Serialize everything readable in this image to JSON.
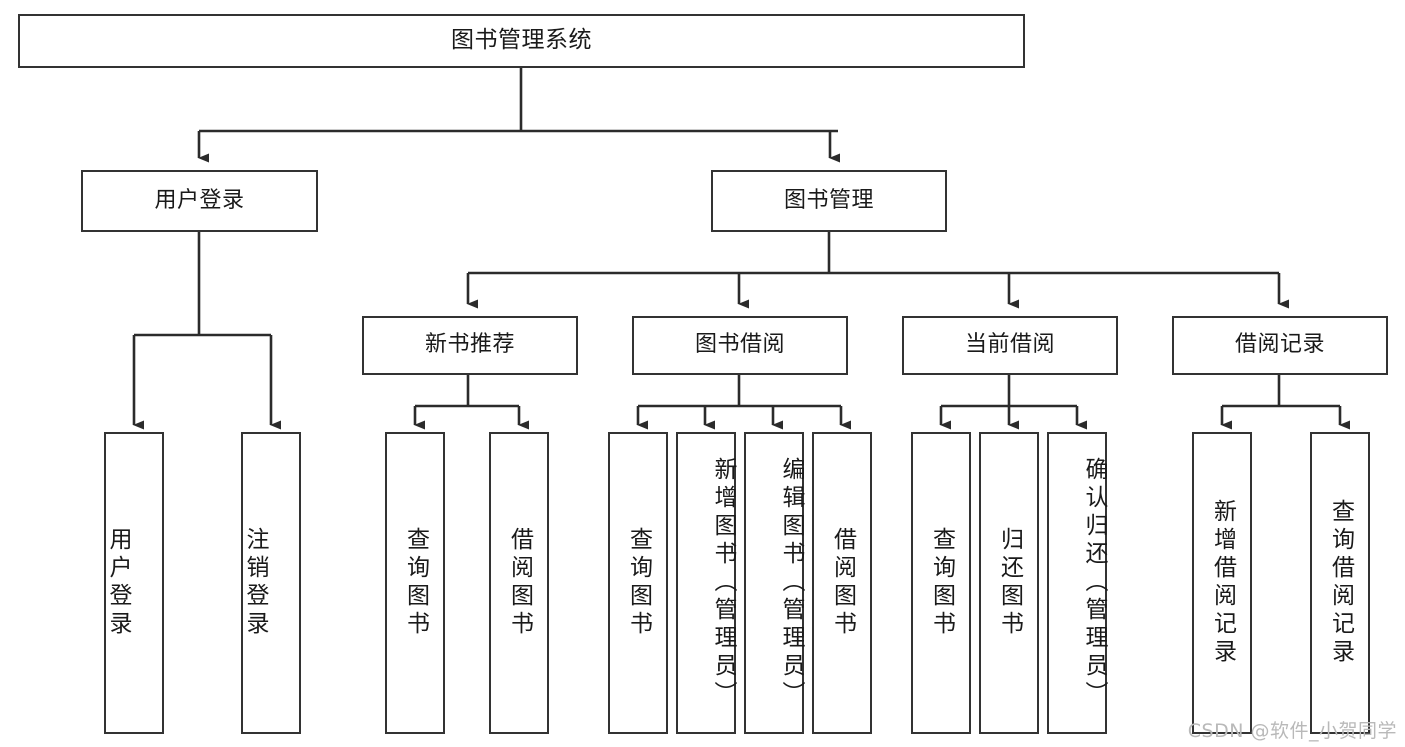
{
  "diagram": {
    "type": "tree-hierarchy-chart",
    "title": "图书管理系统",
    "watermark": "CSDN @软件_小贺同学",
    "colors": {
      "box_border": "#333333",
      "box_fill": "#ffffff",
      "connector": "#2b2b2b",
      "text": "#1a1a1a",
      "watermark": "#b9b9b9",
      "background": "#ffffff"
    },
    "root": {
      "label": "图书管理系统"
    },
    "level2": [
      {
        "label": "用户登录"
      },
      {
        "label": "图书管理"
      }
    ],
    "level3": [
      {
        "label": "新书推荐"
      },
      {
        "label": "图书借阅"
      },
      {
        "label": "当前借阅"
      },
      {
        "label": "借阅记录"
      }
    ],
    "leaves": {
      "user_login": [
        {
          "label": "用户登录"
        },
        {
          "label": "注销登录"
        }
      ],
      "new_book_recommend": [
        {
          "label": "查询图书"
        },
        {
          "label": "借阅图书"
        }
      ],
      "book_borrow": [
        {
          "label": "查询图书"
        },
        {
          "label": "新增图书（管理员）"
        },
        {
          "label": "编辑图书（管理员）"
        },
        {
          "label": "借阅图书"
        }
      ],
      "current_borrow": [
        {
          "label": "查询图书"
        },
        {
          "label": "归还图书"
        },
        {
          "label": "确认归还（管理员）"
        }
      ],
      "borrow_record": [
        {
          "label": "新增借阅记录"
        },
        {
          "label": "查询借阅记录"
        }
      ]
    }
  }
}
